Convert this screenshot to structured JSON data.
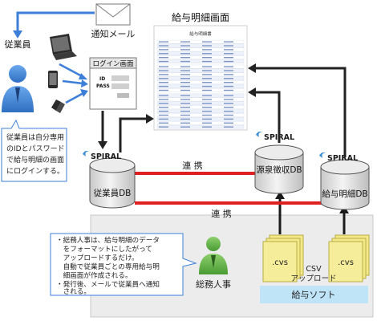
{
  "labels": {
    "mail": "通知メール",
    "employee": "従業員",
    "login_title": "ログイン画面",
    "login_id": "ID",
    "login_pass": "PASS",
    "payslip_title": "給与明細画面",
    "payslip_doc_title": "給与明細書",
    "spiral": "SPIRAL",
    "db_employee": "従業員DB",
    "db_tax": "源泉徴収DB",
    "db_payslip": "給与明細DB",
    "link": "連 携",
    "hr": "総務人事",
    "csv_file": ".cvs",
    "csv_upload_1": "CSV",
    "csv_upload_2": "アップロード",
    "software": "給与ソフト"
  },
  "employee_note": [
    "従業員は自分専用",
    "のIDとパスワード",
    "で給与明細の画面",
    "にログインする。"
  ],
  "hr_note": [
    "・総務人事は、給与明細のデータ",
    "　をフォーマットにしたがって",
    "　アップロードするだけ。",
    "　自動で従業員ごとの専用給与明",
    "　細画面が作成される。",
    "・発行後、メールで従業員へ通知",
    "　される。"
  ],
  "colors": {
    "blue_arrow": "#3d7fd8",
    "red_link": "#e02020",
    "person_blue": "#4a8ad6",
    "person_green": "#5fae45",
    "db_gray": "#d9d9d9",
    "software_bar": "#bfe3f7",
    "csv_yellow": "#f3e98a"
  }
}
